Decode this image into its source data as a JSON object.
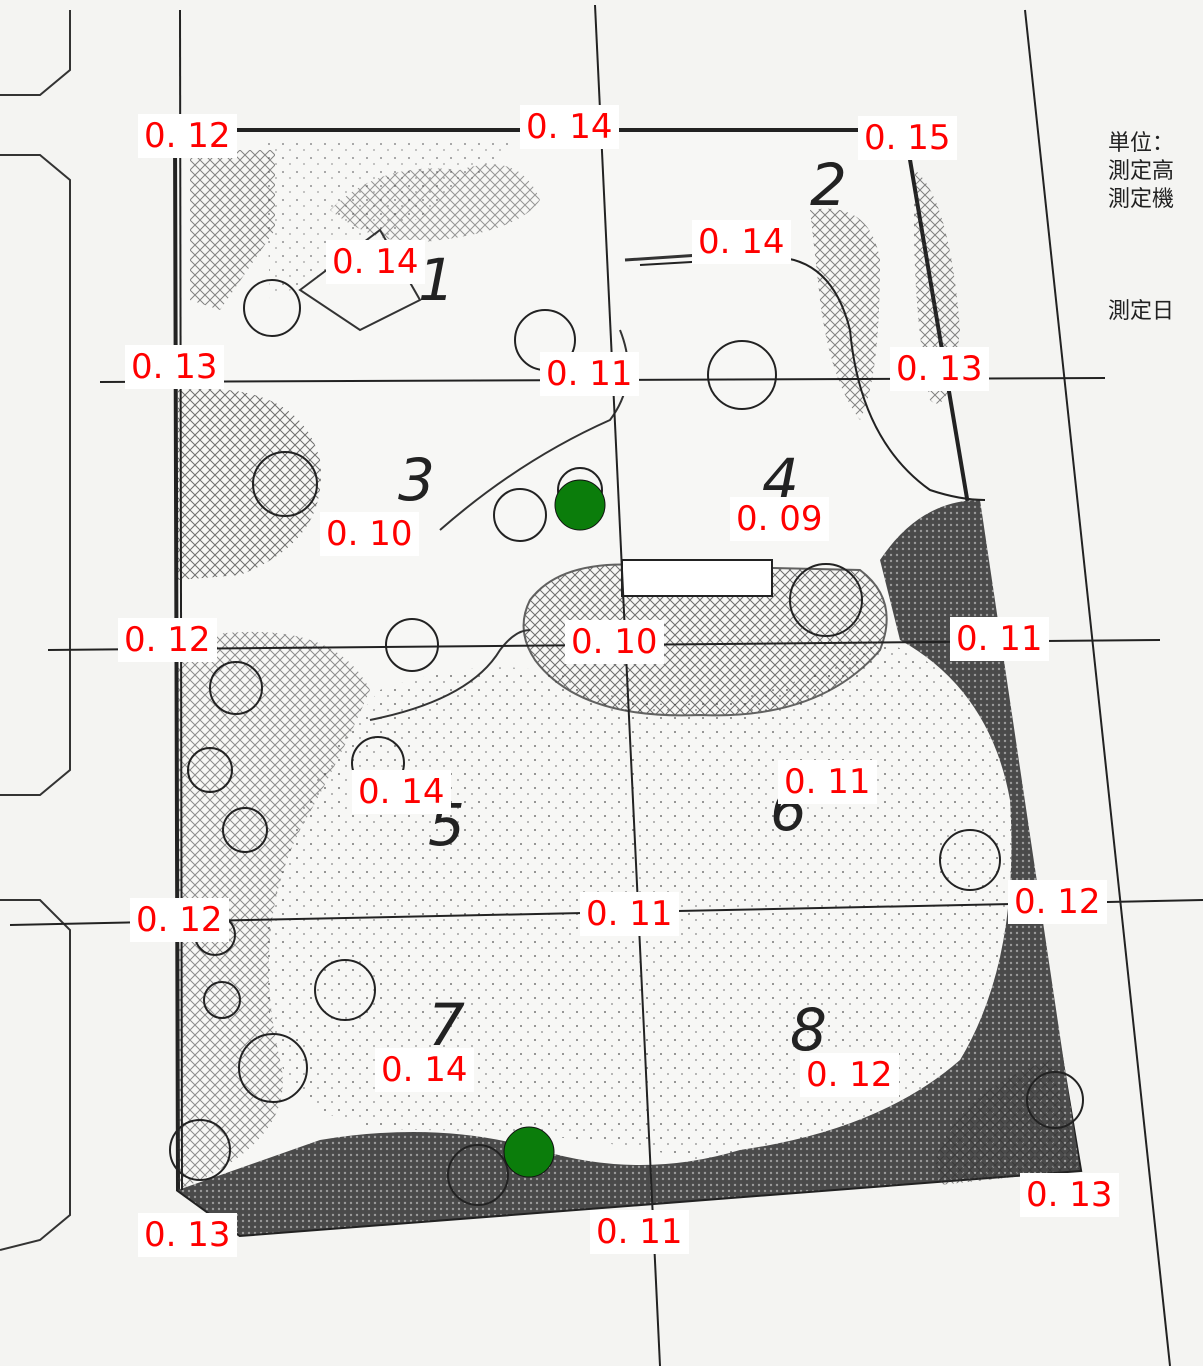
{
  "legend": {
    "line1": "単位：",
    "line2": "測定高",
    "line3": "測定機",
    "line4": "測定日"
  },
  "zones": [
    "1",
    "2",
    "3",
    "4",
    "5",
    "6",
    "7",
    "8"
  ],
  "measurements": {
    "m01": "0. 12",
    "m02": "0. 14",
    "m03": "0. 15",
    "m04": "0. 14",
    "m05": "0. 14",
    "m06": "0. 13",
    "m07": "0. 11",
    "m08": "0. 13",
    "m09": "0. 10",
    "m10": "0. 09",
    "m11": "0. 12",
    "m12": "0. 10",
    "m13": "0. 11",
    "m14": "0. 14",
    "m15": "0. 11",
    "m16": "0. 12",
    "m17": "0. 11",
    "m18": "0. 12",
    "m19": "0. 14",
    "m20": "0. 12",
    "m21": "0. 13",
    "m22": "0. 11",
    "m23": "0. 13"
  },
  "colors": {
    "label_text": "#ff0000",
    "label_bg": "#ffffff",
    "marker": "#0b7d0b",
    "linework": "#222222",
    "paved": "#5a5a5a"
  },
  "markers": [
    "green-marker",
    "green-marker"
  ]
}
